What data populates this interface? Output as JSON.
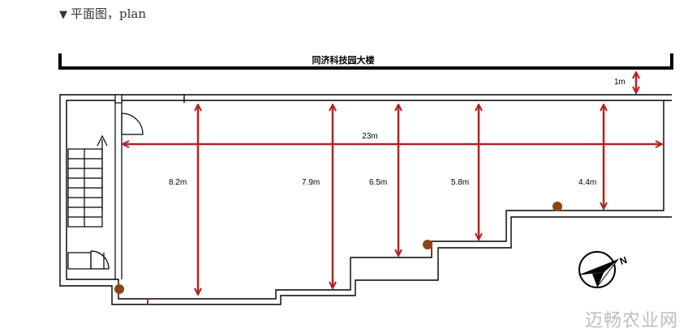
{
  "caption": {
    "marker": "▼",
    "text": "平面图，plan"
  },
  "building": {
    "label": "同济科技园大楼",
    "gap_label": "1m"
  },
  "dimensions": {
    "length": "23m",
    "depths": [
      "8.2m",
      "7.9m",
      "6.5m",
      "5.8m",
      "4.4m"
    ]
  },
  "compass": {
    "letter": "N"
  },
  "watermark": "迈畅农业网",
  "colors": {
    "dimension": "#b22222",
    "wall": "#000000",
    "tree": "#8b4513"
  }
}
